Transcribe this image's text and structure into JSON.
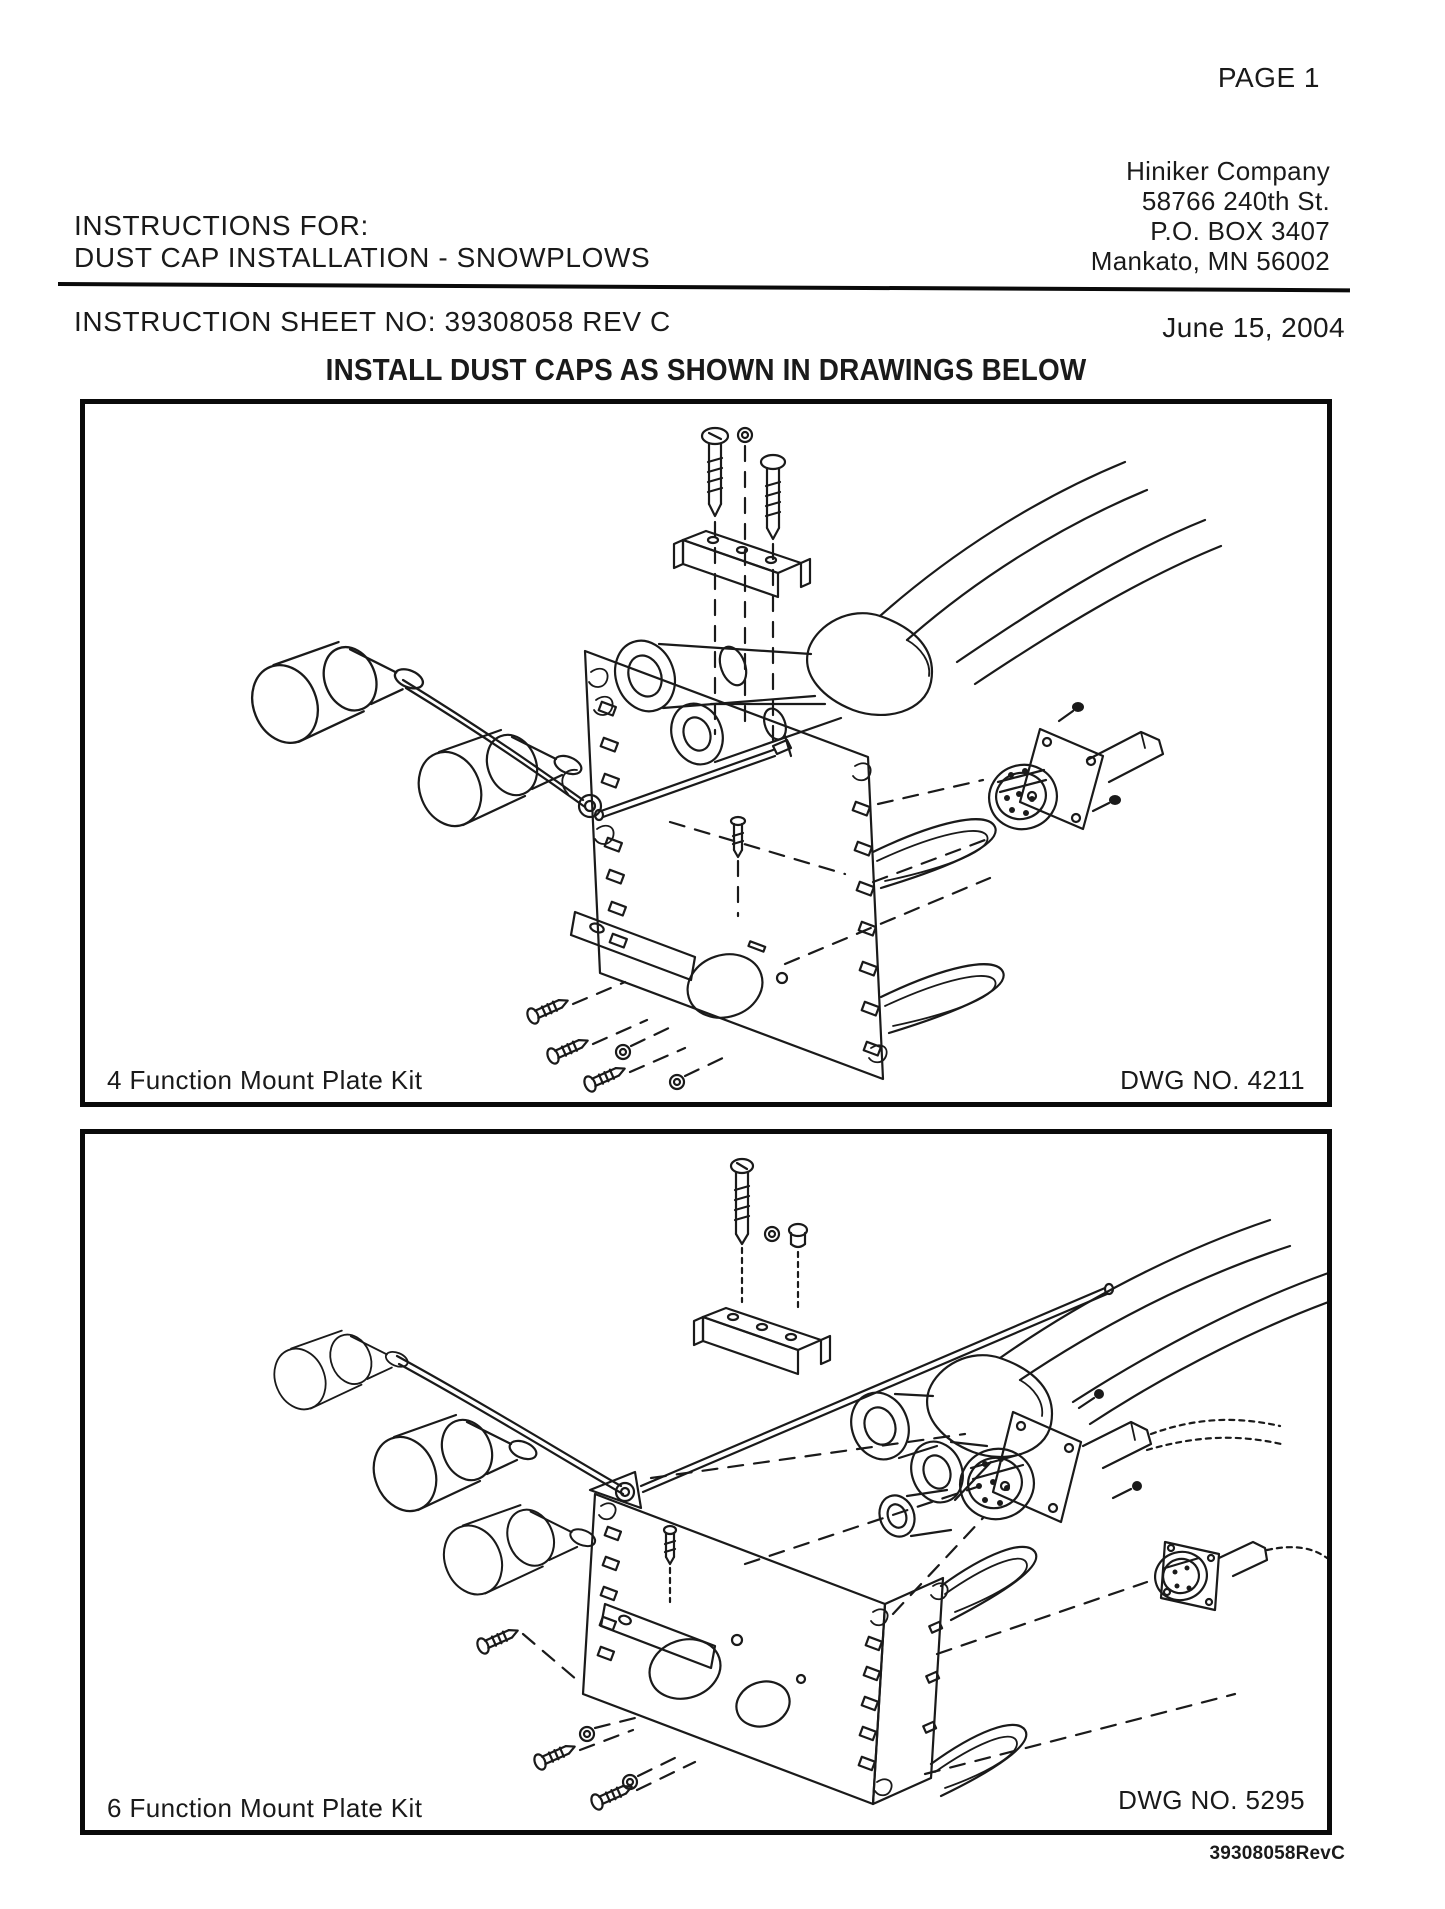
{
  "page": {
    "page_label": "PAGE 1",
    "doc_code": "39308058RevC"
  },
  "company": {
    "name": "Hiniker Company",
    "street": "58766 240th St.",
    "po_box": "P.O. BOX 3407",
    "city_state_zip": "Mankato, MN 56002"
  },
  "titles": {
    "instructions_for": "INSTRUCTIONS FOR:",
    "subject": "DUST CAP INSTALLATION - SNOWPLOWS",
    "sheet_no": "INSTRUCTION SHEET NO: 39308058 REV C",
    "date": "June 15, 2004",
    "heading": "INSTALL DUST CAPS AS SHOWN IN DRAWINGS BELOW"
  },
  "drawings": [
    {
      "caption": "4 Function Mount Plate Kit",
      "dwg_no": "DWG NO. 4211"
    },
    {
      "caption": "6 Function Mount Plate Kit",
      "dwg_no": "DWG NO. 5295"
    }
  ],
  "colors": {
    "ink": "#1a1a1a",
    "paper": "#ffffff"
  }
}
